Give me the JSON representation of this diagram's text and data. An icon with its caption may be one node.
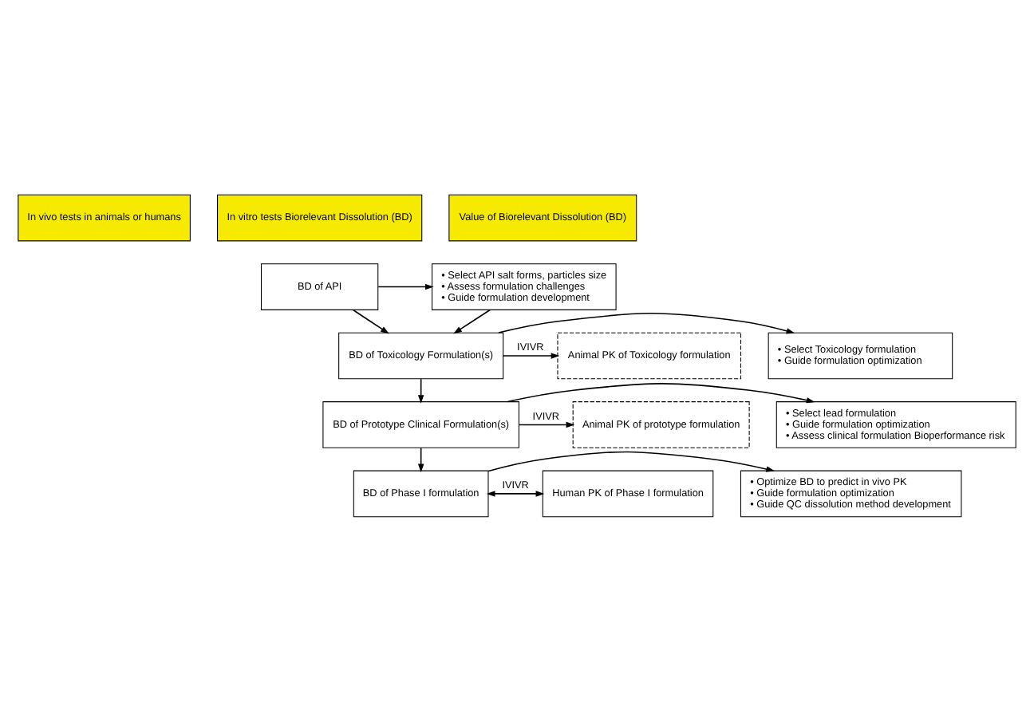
{
  "diagram": {
    "nodes": [
      {
        "text": [
          "In vivo tests in animals or humans"
        ]
      },
      {
        "text": [
          "In vitro tests Biorelevant Dissolution (BD)"
        ]
      },
      {
        "text": [
          "Value of Biorelevant Dissolution (BD)"
        ]
      },
      {
        "text": [
          "BD of API"
        ]
      },
      {
        "text": [
          "• Select API salt forms, particles size",
          "• Assess formulation challenges",
          "• Guide formulation development"
        ]
      },
      {
        "text": [
          "Animal PK of Toxicology formulation"
        ]
      },
      {
        "text": [
          "BD of Toxicology Formulation(s)"
        ]
      },
      {
        "text": [
          "• Select Toxicology formulation",
          "• Guide formulation optimization"
        ]
      },
      {
        "text": [
          "Animal PK of prototype formulation"
        ]
      },
      {
        "text": [
          "BD of Prototype Clinical Formulation(s)"
        ]
      },
      {
        "text": [
          "• Select lead formulation",
          "• Guide formulation optimization",
          "• Assess clinical formulation Bioperformance risk"
        ]
      },
      {
        "text": [
          "Human PK of Phase I formulation"
        ]
      },
      {
        "text": [
          "BD of Phase I formulation"
        ]
      },
      {
        "text": [
          "• Optimize BD to predict in vivo PK",
          "• Guide formulation optimization",
          "• Guide QC dissolution method development"
        ]
      }
    ],
    "edges": [
      {
        "from": 3,
        "to": 4,
        "arrow": "to"
      },
      {
        "from": 3,
        "to": 6,
        "arrow": "to"
      },
      {
        "from": 4,
        "to": 6,
        "arrow": "to"
      },
      {
        "from": 6,
        "to": 5,
        "arrow": "to",
        "label": "IVIVR"
      },
      {
        "from": 6,
        "to": 7,
        "arrow": "to"
      },
      {
        "from": 6,
        "to": 9,
        "arrow": "to"
      },
      {
        "from": 9,
        "to": 8,
        "arrow": "to",
        "label": "IVIVR"
      },
      {
        "from": 9,
        "to": 10,
        "arrow": "to"
      },
      {
        "from": 9,
        "to": 12,
        "arrow": "to"
      },
      {
        "from": 12,
        "to": 11,
        "arrow": "both",
        "label": "IVIVR"
      },
      {
        "from": 12,
        "to": 13,
        "arrow": "to"
      }
    ]
  }
}
